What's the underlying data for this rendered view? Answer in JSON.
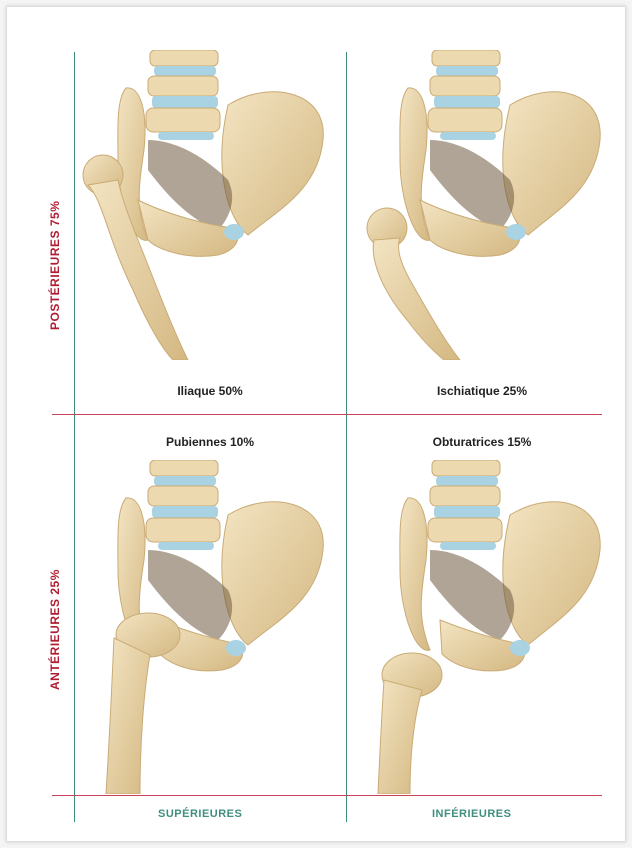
{
  "side_labels": {
    "top": "POSTÉRIEURES 75%",
    "bottom": "ANTÉRIEURES 25%"
  },
  "bottom_labels": {
    "left": "SUPÉRIEURES",
    "right": "INFÉRIEURES"
  },
  "panels": [
    {
      "caption": "Iliaque 50%"
    },
    {
      "caption": "Ischiatique 25%"
    },
    {
      "caption": "Pubiennes 10%"
    },
    {
      "caption": "Obturatrices 15%"
    }
  ],
  "colors": {
    "bone": "#ecd9b0",
    "bone_shadow": "#c9ab76",
    "disc": "#a9d2e3",
    "red_line": "#c8425a",
    "teal_line": "#3f8f7f"
  }
}
